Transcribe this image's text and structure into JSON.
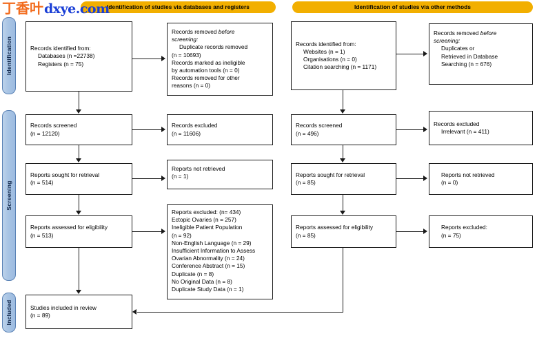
{
  "watermark": {
    "chinese": "丁香叶",
    "domain": "dxye.com"
  },
  "headers": {
    "left": "Identification of studies via databases and registers",
    "right": "Identification of studies via other methods"
  },
  "stages": {
    "identification": "Identification",
    "screening": "Screening",
    "included": "Included"
  },
  "left_flow": {
    "records_identified": {
      "l1": "Records identified from:",
      "l2": "Databases (n =22738)",
      "l3": "Registers (n = 75)"
    },
    "records_removed": {
      "l1a": "Records removed ",
      "l1b": "before",
      "l2": "screening:",
      "l3": "Duplicate records removed",
      "l4": "(n = 10693)",
      "l5": "Records marked as ineligible",
      "l6": "by automation tools (n = 0)",
      "l7": "Records removed for other",
      "l8": "reasons (n = 0)"
    },
    "records_screened": {
      "l1": "Records screened",
      "l2": "(n = 12120)"
    },
    "records_excluded": {
      "l1": "Records excluded",
      "l2": "(n = 11606)"
    },
    "reports_sought": {
      "l1": "Reports sought for retrieval",
      "l2": "(n = 514)"
    },
    "reports_not_retrieved": {
      "l1": "Reports not retrieved",
      "l2": "(n = 1)"
    },
    "reports_assessed": {
      "l1": "Reports assessed for eligibility",
      "l2": "(n = 513)"
    },
    "reports_excluded": {
      "l1": "Reports excluded: (n= 434)",
      "l2": "Ectopic Ovaries (n = 257)",
      "l3": "Ineligible Patient Population",
      "l4": "(n = 92)",
      "l5": "Non-English Language (n = 29)",
      "l6": "Insufficient Information to Assess",
      "l7": "Ovarian Abnormality (n = 24)",
      "l8": "Conference Abstract (n = 15)",
      "l9": "Duplicate (n = 8)",
      "l10": "No Original Data (n = 8)",
      "l11": "Duplicate Study Data (n = 1)"
    },
    "studies_included": {
      "l1": "Studies included in review",
      "l2": "(n = 89)"
    }
  },
  "right_flow": {
    "records_identified": {
      "l1": "Records identified from:",
      "l2": "Websites (n = 1)",
      "l3": "Organisations (n = 0)",
      "l4": "Citation searching (n = 1171)"
    },
    "records_removed": {
      "l1a": "Records removed ",
      "l1b": "before",
      "l2": "screening:",
      "l3": "Duplicates or",
      "l4": "Retrieved in Database",
      "l5": "Searching (n = 676)"
    },
    "records_screened": {
      "l1": "Records screened",
      "l2": "(n = 496)"
    },
    "records_excluded": {
      "l1": "Records excluded",
      "l2": "Irrelevant (n = 411)"
    },
    "reports_sought": {
      "l1": "Reports sought for retrieval",
      "l2": "(n = 85)"
    },
    "reports_not_retrieved": {
      "l1": "Reports not retrieved",
      "l2": "(n = 0)"
    },
    "reports_assessed": {
      "l1": "Reports assessed for eligibility",
      "l2": "(n = 85)"
    },
    "reports_excluded": {
      "l1": "Reports excluded:",
      "l2": "(n = 75)"
    }
  },
  "colors": {
    "header_bar": "#F2AF00",
    "stage_rail": "#a8c4e4",
    "box_border": "#1a1a1a",
    "watermark_cn": "#F26C1E",
    "watermark_en": "#1A3FD6"
  }
}
